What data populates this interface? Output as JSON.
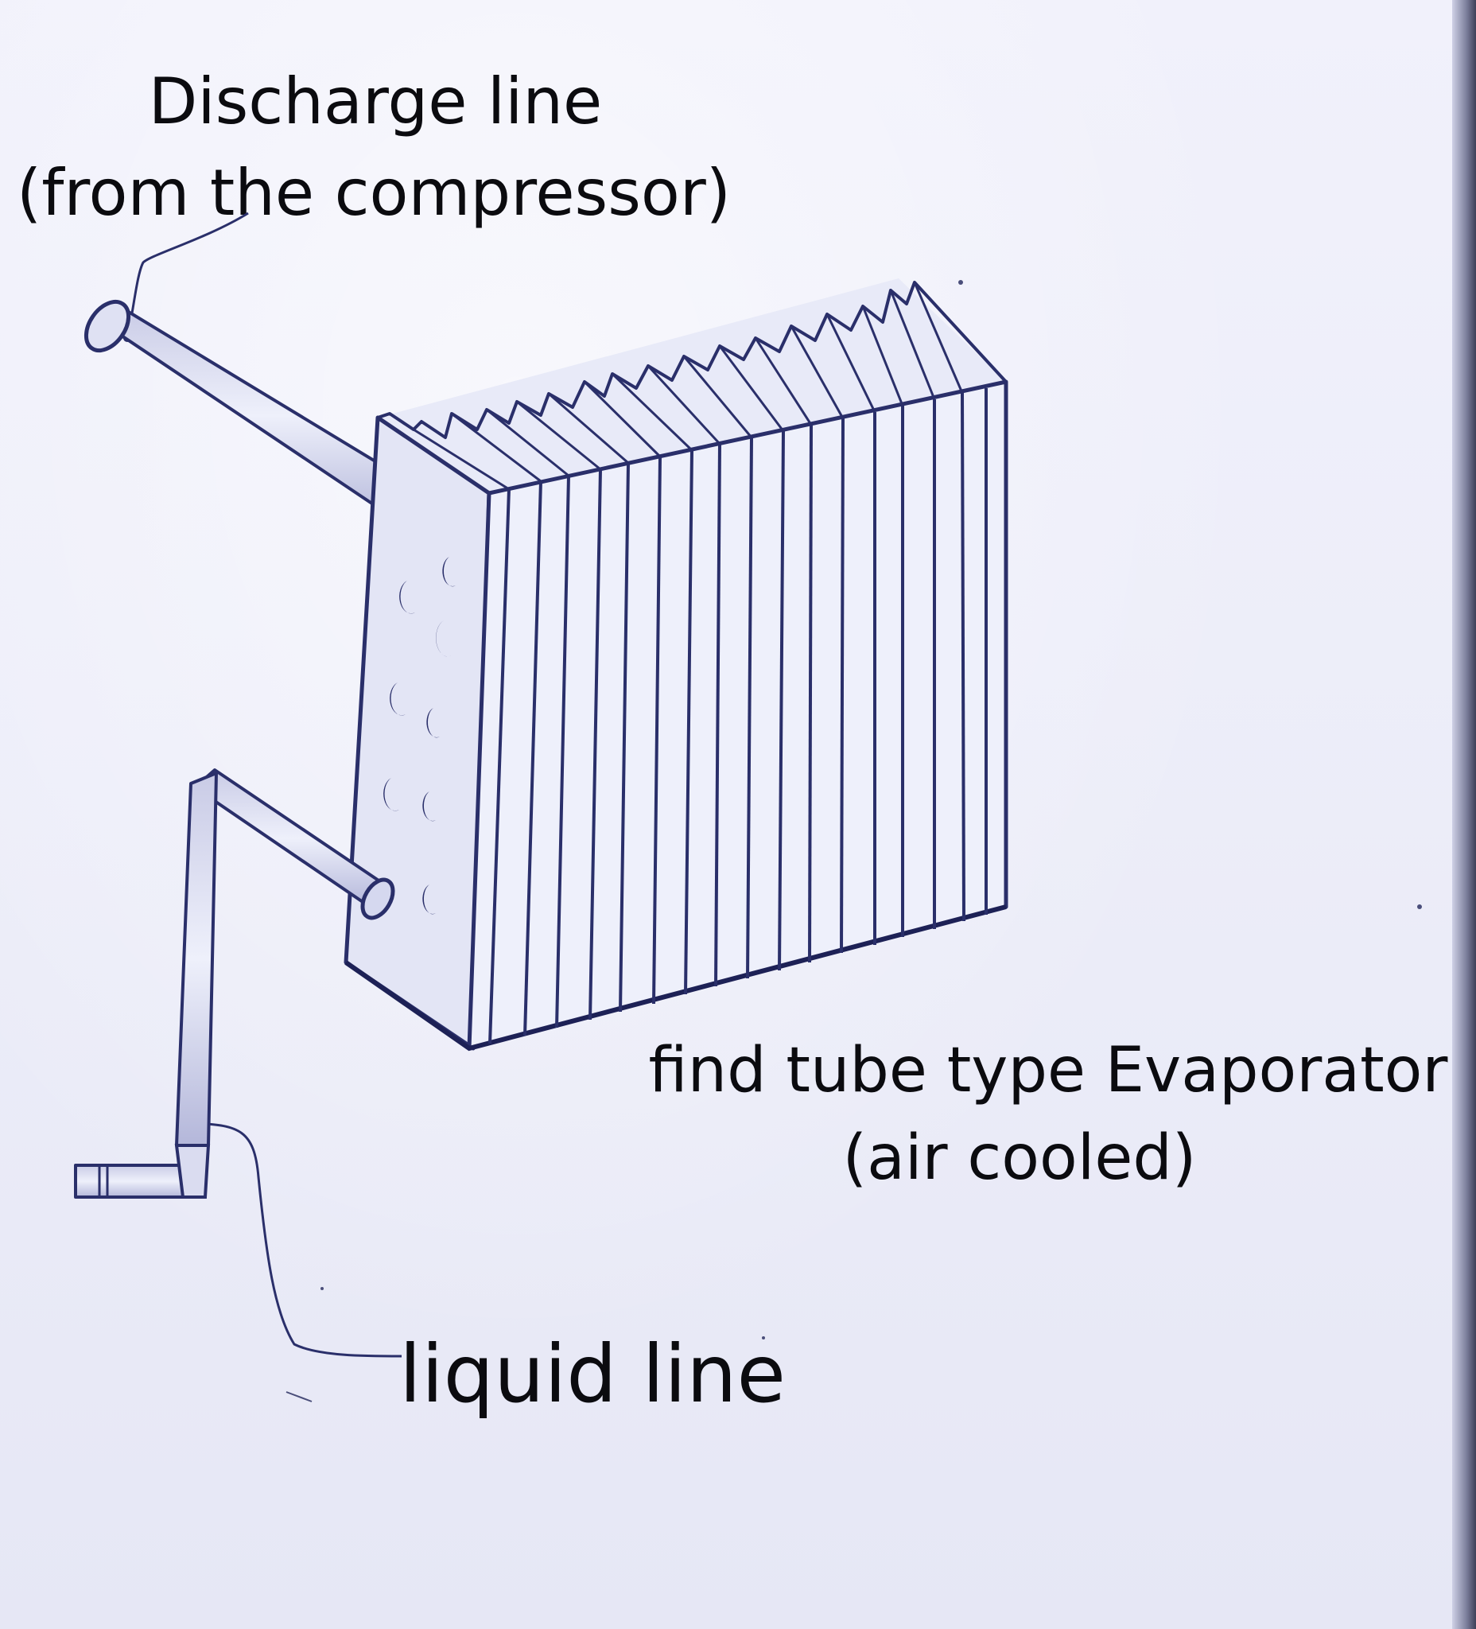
{
  "labels": {
    "discharge_line_1": "Discharge line",
    "discharge_line_2": "(from the compressor)",
    "evaporator_1": "find tube type Evaporator",
    "evaporator_2": "(air cooled)",
    "liquid_line": "liquid line"
  },
  "colors": {
    "paper": "#eeeff9",
    "pencil": "#2a2f6a",
    "text": "#0b0b0f"
  }
}
